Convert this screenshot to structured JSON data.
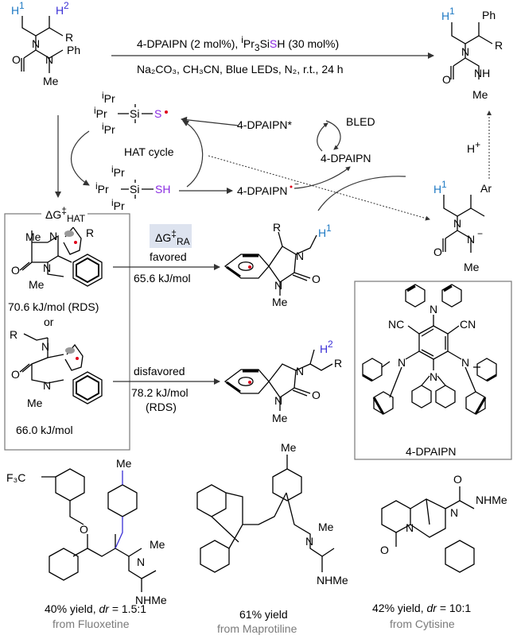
{
  "scheme_title_reagents": {
    "line1_a": "4-DPAIPN (2 mol%), ",
    "line1_b": "Pr",
    "line1_c": "3",
    "line1_d": "Si",
    "line1_e": "S",
    "line1_f": "H (30 mol%)",
    "line2": "Na₂CO₃, CH₃CN, Blue LEDs, N₂, r.t., 24 h"
  },
  "substrate": {
    "h1": "H",
    "h1_sup": "1",
    "h2": "H",
    "h2_sup": "2",
    "r": "R",
    "n1": "N",
    "n2": "N",
    "o": "O",
    "ph": "Ph",
    "me": "Me"
  },
  "product": {
    "h1": "H",
    "h1_sup": "1",
    "ph": "Ph",
    "r": "R",
    "n": "N",
    "nh": "NH",
    "o": "O",
    "me": "Me"
  },
  "mechanism": {
    "thiyl_pr1": "Pr",
    "thiyl_pr2": "Pr",
    "thiyl_pr3": "Pr",
    "thiyl_si": "Si",
    "thiyl_s": "S",
    "thiol_pr1": "Pr",
    "thiol_pr2": "Pr",
    "thiol_pr3": "Pr",
    "thiol_si": "Si",
    "thiol_sh": "SH",
    "hat_cycle": "HAT cycle",
    "dpaipn_star": "4-DPAIPN*",
    "bled": "BLED",
    "dpaipn": "4-DPAIPN",
    "dpaipn_anion": "4-DPAIPN",
    "h_plus": "H",
    "iso": "i"
  },
  "anion_intermediate": {
    "h1": "H",
    "h1_sup": "1",
    "ar": "Ar",
    "n1": "N",
    "n2": "N",
    "o": "O",
    "me": "Me"
  },
  "hat_panel": {
    "header": "ΔG",
    "header_sup": "‡",
    "header_sub": "HAT",
    "ts1_energy": "70.6 kJ/mol (RDS)",
    "or": "or",
    "ts2_energy": "66.0 kJ/mol",
    "me": "Me",
    "n": "N",
    "o": "O",
    "r": "R"
  },
  "ra_step": {
    "header": "ΔG",
    "header_sup": "‡",
    "header_sub": "RA",
    "favored": "favored",
    "favored_energy": "65.6 kJ/mol",
    "disfavored": "disfavored",
    "disfavored_energy": "78.2 kJ/mol",
    "disfavored_rds": "(RDS)",
    "spiro1_h": "H",
    "spiro1_h_sup": "1",
    "spiro2_h": "H",
    "spiro2_h_sup": "2",
    "r": "R",
    "n": "N",
    "o": "O",
    "me": "Me"
  },
  "catalyst_box": {
    "label": "4-DPAIPN",
    "cn1": "NC",
    "cn2": "CN",
    "n": "N"
  },
  "examples": [
    {
      "yield_prefix": "40% yield, ",
      "dr_label": "dr",
      "dr_value": " = 1.5:1",
      "source": "from Fluoxetine",
      "cf3": "F₃C",
      "o": "O",
      "me": "Me",
      "n": "N",
      "nhme": "NHMe"
    },
    {
      "yield_prefix": "61% yield",
      "dr_label": "",
      "dr_value": "",
      "source": "from Maprotiline",
      "me": "Me",
      "n": "N",
      "nhme": "NHMe"
    },
    {
      "yield_prefix": "42% yield, ",
      "dr_label": "dr",
      "dr_value": " = 10:1",
      "source": "from Cytisine",
      "o": "O",
      "n": "N",
      "nhme": "NHMe"
    }
  ]
}
